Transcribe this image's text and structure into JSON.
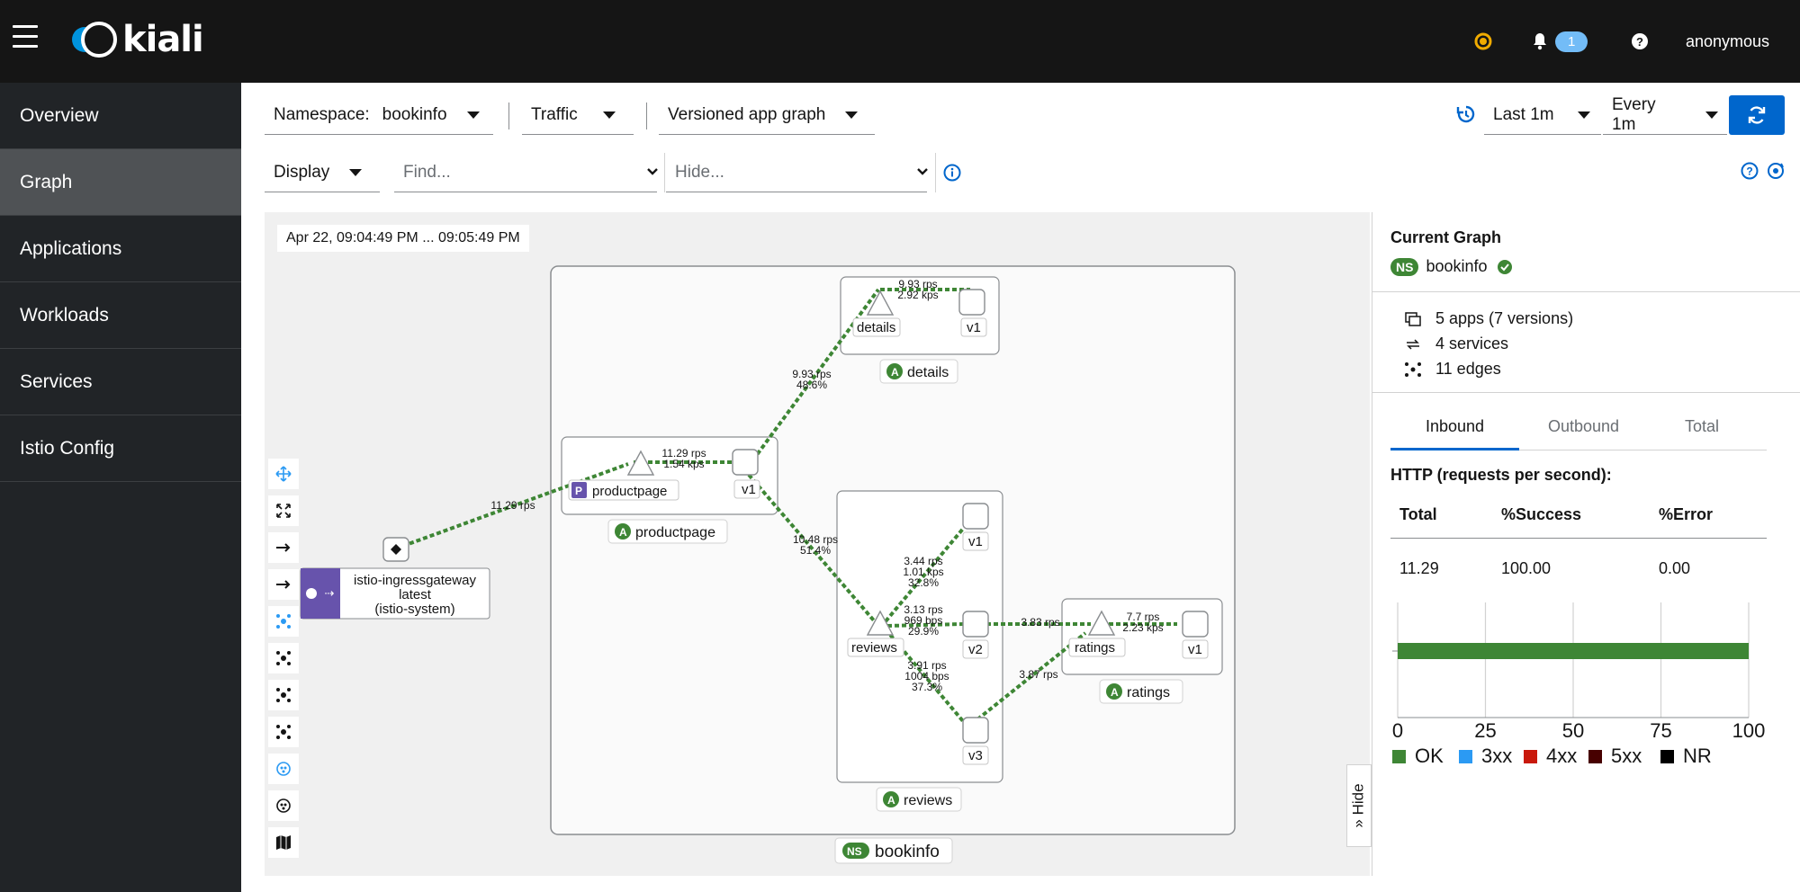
{
  "app": {
    "name": "kiali",
    "user": "anonymous",
    "notifications": "1"
  },
  "nav": [
    {
      "label": "Overview"
    },
    {
      "label": "Graph"
    },
    {
      "label": "Applications"
    },
    {
      "label": "Workloads"
    },
    {
      "label": "Services"
    },
    {
      "label": "Istio Config"
    }
  ],
  "toolbar": {
    "namespace_label": "Namespace:",
    "namespace_value": "bookinfo",
    "traffic": "Traffic",
    "graph_type": "Versioned app graph",
    "duration": "Last 1m",
    "refresh": "Every 1m",
    "display": "Display",
    "find_placeholder": "Find...",
    "hide_placeholder": "Hide..."
  },
  "graph": {
    "timestamp": "Apr 22, 09:04:49 PM ... 09:05:49 PM",
    "namespace_box": "bookinfo",
    "ns_badge": "NS",
    "app_badge": "A",
    "ingress": {
      "line1": "istio-ingressgateway",
      "line2": "latest",
      "line3": "(istio-system)"
    },
    "nodes": {
      "productpage": "productpage",
      "details": "details",
      "reviews": "reviews",
      "ratings": "ratings",
      "v1": "v1",
      "v2": "v2",
      "v3": "v3"
    },
    "edges": {
      "ingress_pp": "11.29 rps",
      "pp_svc_a": "11.29 rps",
      "pp_svc_b": "1.54 kps",
      "pp_details_a": "9.93 rps",
      "pp_details_b": "48.6%",
      "details_svc_a": "9.93 rps",
      "details_svc_b": "2.92 kps",
      "pp_reviews_a": "10.48 rps",
      "pp_reviews_b": "51.4%",
      "rv1_a": "3.44 rps",
      "rv1_b": "1.01 kps",
      "rv1_c": "32.8%",
      "rv2_a": "3.13 rps",
      "rv2_b": "969 bps",
      "rv2_c": "29.9%",
      "rv3_a": "3.91 rps",
      "rv3_b": "1004 bps",
      "rv3_c": "37.3%",
      "v2_ratings": "3.83 rps",
      "v3_ratings": "3.87 rps",
      "ratings_svc_a": "7.7 rps",
      "ratings_svc_b": "2.23 kps"
    }
  },
  "panel": {
    "title": "Current Graph",
    "ns_badge": "NS",
    "namespace": "bookinfo",
    "apps": "5 apps (7 versions)",
    "services": "4 services",
    "edges": "11 edges",
    "tabs": [
      "Inbound",
      "Outbound",
      "Total"
    ],
    "section": "HTTP (requests per second):",
    "headers": [
      "Total",
      "%Success",
      "%Error"
    ],
    "values": [
      "11.29",
      "100.00",
      "0.00"
    ],
    "hide": "Hide",
    "chart_axis": [
      "0",
      "25",
      "50",
      "75",
      "100"
    ],
    "legend": [
      {
        "label": "OK",
        "color": "#3e8635"
      },
      {
        "label": "3xx",
        "color": "#2b9af3"
      },
      {
        "label": "4xx",
        "color": "#c9190b"
      },
      {
        "label": "5xx",
        "color": "#470000"
      },
      {
        "label": "NR",
        "color": "#000000"
      }
    ]
  },
  "chart_data": {
    "type": "bar",
    "categories": [
      ""
    ],
    "series": [
      {
        "name": "OK",
        "values": [
          100
        ]
      },
      {
        "name": "3xx",
        "values": [
          0
        ]
      },
      {
        "name": "4xx",
        "values": [
          0
        ]
      },
      {
        "name": "5xx",
        "values": [
          0
        ]
      },
      {
        "name": "NR",
        "values": [
          0
        ]
      }
    ],
    "xlim": [
      0,
      100
    ],
    "x_ticks": [
      0,
      25,
      50,
      75,
      100
    ],
    "orientation": "horizontal",
    "stacked": true,
    "grid": true,
    "legend_position": "bottom"
  }
}
